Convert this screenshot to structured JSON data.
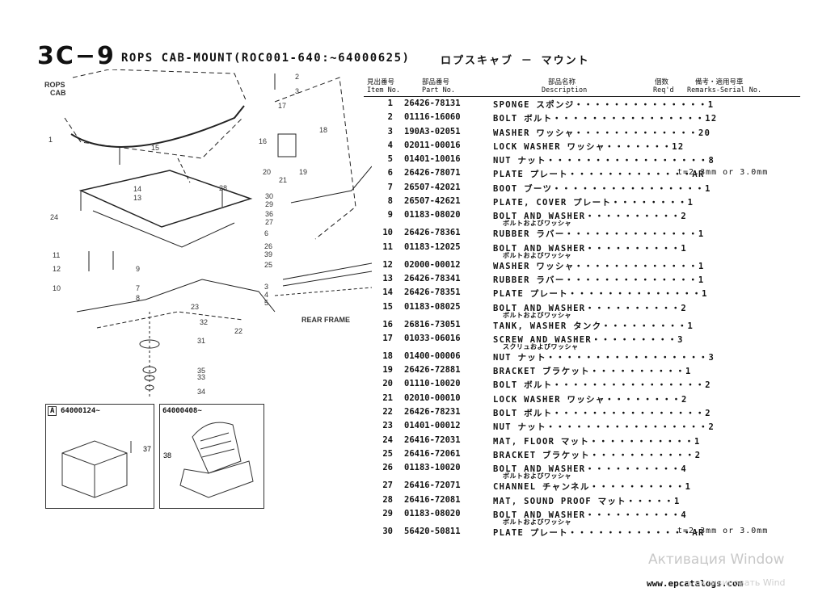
{
  "title": {
    "code": "3C−9",
    "name": "ROPS CAB-MOUNT(ROC001-640:~64000625)",
    "name_jp": "ロプスキャブ － マウント"
  },
  "header": {
    "item_jp": "見出番号",
    "item_en": "Item No.",
    "part_jp": "部品番号",
    "part_en": "Part No.",
    "desc_jp": "部品名称",
    "desc_en": "Description",
    "req_jp": "個数",
    "req_en": "Req'd",
    "rem_jp": "備考・適用号車",
    "rem_en": "Remarks-Serial No."
  },
  "parts": [
    {
      "no": "1",
      "pn": "26426-78131",
      "desc": "SPONGE スポンジ・・・・・・・・・・・・・・1",
      "sub": "",
      "rem": ""
    },
    {
      "no": "2",
      "pn": "01116-16060",
      "desc": "BOLT ボルト・・・・・・・・・・・・・・・・12",
      "sub": "",
      "rem": ""
    },
    {
      "no": "3",
      "pn": "190A3-02051",
      "desc": "WASHER ワッシャ・・・・・・・・・・・・・20",
      "sub": "",
      "rem": ""
    },
    {
      "no": "4",
      "pn": "02011-00016",
      "desc": "LOCK WASHER ワッシャ・・・・・・・12",
      "sub": "",
      "rem": ""
    },
    {
      "no": "5",
      "pn": "01401-10016",
      "desc": "NUT ナット・・・・・・・・・・・・・・・・・8",
      "sub": "",
      "rem": ""
    },
    {
      "no": "6",
      "pn": "26426-78071",
      "desc": "PLATE プレート・・・・・・・・・・・・・AR",
      "sub": "",
      "rem": "t=2.3mm or 3.0mm"
    },
    {
      "no": "7",
      "pn": "26507-42021",
      "desc": "BOOT ブーツ・・・・・・・・・・・・・・・・1",
      "sub": "",
      "rem": ""
    },
    {
      "no": "8",
      "pn": "26507-42621",
      "desc": "PLATE, COVER プレート・・・・・・・・1",
      "sub": "",
      "rem": ""
    },
    {
      "no": "9",
      "pn": "01183-08020",
      "desc": "BOLT AND WASHER・・・・・・・・・・2",
      "sub": "ボルトおよびワッシャ",
      "rem": ""
    },
    {
      "no": "10",
      "pn": "26426-78361",
      "desc": "RUBBER ラバー・・・・・・・・・・・・・・1",
      "sub": "",
      "rem": ""
    },
    {
      "no": "11",
      "pn": "01183-12025",
      "desc": "BOLT AND WASHER・・・・・・・・・・1",
      "sub": "ボルトおよびワッシャ",
      "rem": ""
    },
    {
      "no": "12",
      "pn": "02000-00012",
      "desc": "WASHER ワッシャ・・・・・・・・・・・・・1",
      "sub": "",
      "rem": ""
    },
    {
      "no": "13",
      "pn": "26426-78341",
      "desc": "RUBBER ラバー・・・・・・・・・・・・・・1",
      "sub": "",
      "rem": ""
    },
    {
      "no": "14",
      "pn": "26426-78351",
      "desc": "PLATE プレート・・・・・・・・・・・・・・1",
      "sub": "",
      "rem": ""
    },
    {
      "no": "15",
      "pn": "01183-08025",
      "desc": "BOLT AND WASHER・・・・・・・・・・2",
      "sub": "ボルトおよびワッシャ",
      "rem": ""
    },
    {
      "no": "16",
      "pn": "26816-73051",
      "desc": "TANK, WASHER タンク・・・・・・・・・1",
      "sub": "",
      "rem": ""
    },
    {
      "no": "17",
      "pn": "01033-06016",
      "desc": "SCREW AND WASHER・・・・・・・・・3",
      "sub": "スクリュおよびワッシャ",
      "rem": ""
    },
    {
      "no": "18",
      "pn": "01400-00006",
      "desc": "NUT ナット・・・・・・・・・・・・・・・・・3",
      "sub": "",
      "rem": ""
    },
    {
      "no": "19",
      "pn": "26426-72881",
      "desc": "BRACKET ブラケット・・・・・・・・・・1",
      "sub": "",
      "rem": ""
    },
    {
      "no": "20",
      "pn": "01110-10020",
      "desc": "BOLT ボルト・・・・・・・・・・・・・・・・2",
      "sub": "",
      "rem": ""
    },
    {
      "no": "21",
      "pn": "02010-00010",
      "desc": "LOCK WASHER ワッシャ・・・・・・・・2",
      "sub": "",
      "rem": ""
    },
    {
      "no": "22",
      "pn": "26426-78231",
      "desc": "BOLT ボルト・・・・・・・・・・・・・・・・2",
      "sub": "",
      "rem": ""
    },
    {
      "no": "23",
      "pn": "01401-00012",
      "desc": "NUT ナット・・・・・・・・・・・・・・・・・2",
      "sub": "",
      "rem": ""
    },
    {
      "no": "24",
      "pn": "26416-72031",
      "desc": "MAT, FLOOR マット・・・・・・・・・・・1",
      "sub": "",
      "rem": ""
    },
    {
      "no": "25",
      "pn": "26416-72061",
      "desc": "BRACKET ブラケット・・・・・・・・・・・2",
      "sub": "",
      "rem": ""
    },
    {
      "no": "26",
      "pn": "01183-10020",
      "desc": "BOLT AND WASHER・・・・・・・・・・4",
      "sub": "ボルトおよびワッシャ",
      "rem": ""
    },
    {
      "no": "27",
      "pn": "26416-72071",
      "desc": "CHANNEL チャンネル・・・・・・・・・・1",
      "sub": "",
      "rem": ""
    },
    {
      "no": "28",
      "pn": "26416-72081",
      "desc": "MAT, SOUND PROOF マット・・・・・1",
      "sub": "",
      "rem": ""
    },
    {
      "no": "29",
      "pn": "01183-08020",
      "desc": "BOLT AND WASHER・・・・・・・・・・4",
      "sub": "ボルトおよびワッシャ",
      "rem": ""
    },
    {
      "no": "30",
      "pn": "56420-50811",
      "desc": "PLATE プレート・・・・・・・・・・・・・AR",
      "sub": "",
      "rem": "t=2.3mm or 3.0mm"
    }
  ],
  "diagram": {
    "rops_label": "ROPS\nCAB",
    "rear_frame_label": "REAR FRAME",
    "box_a_tag": "A",
    "box_a_serial": "64000124~",
    "box_b_serial": "64000408~",
    "callouts": [
      "1",
      "2",
      "3",
      "4",
      "5",
      "6",
      "7",
      "8",
      "9",
      "10",
      "11",
      "12",
      "13",
      "14",
      "15",
      "16",
      "17",
      "18",
      "19",
      "20",
      "21",
      "22",
      "23",
      "24",
      "25",
      "26",
      "27",
      "28",
      "29",
      "30",
      "31",
      "32",
      "33",
      "34",
      "35",
      "36",
      "37",
      "38",
      "39"
    ]
  },
  "footer": {
    "site": "www.epcatalogs.com"
  },
  "watermark": {
    "line1": "Активация Window",
    "line2": "ь активировать Wind"
  }
}
